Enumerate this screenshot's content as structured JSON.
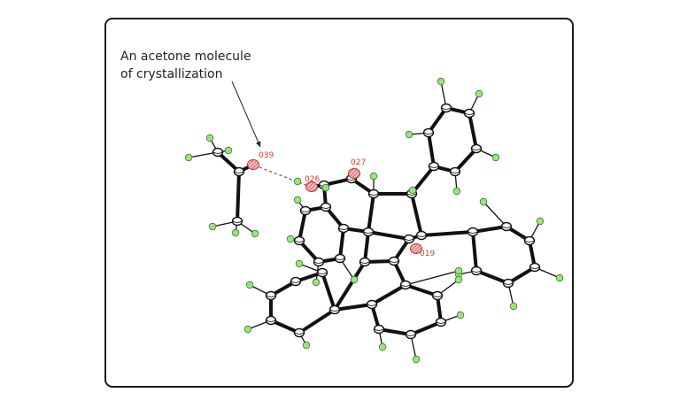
{
  "annotation": {
    "line1": "An acetone molecule",
    "line2": "of crystallization"
  },
  "atom_labels": {
    "o39": "039",
    "o26": "026",
    "o27": "027",
    "o19": "019"
  },
  "colors": {
    "frame": "#1b1b1b",
    "bond": "#111111",
    "carbon_fill": "#ffffff",
    "hydrogen_fill": "#9be37f",
    "oxygen_fill": "#e27a7a",
    "label": "#d83a3a"
  }
}
